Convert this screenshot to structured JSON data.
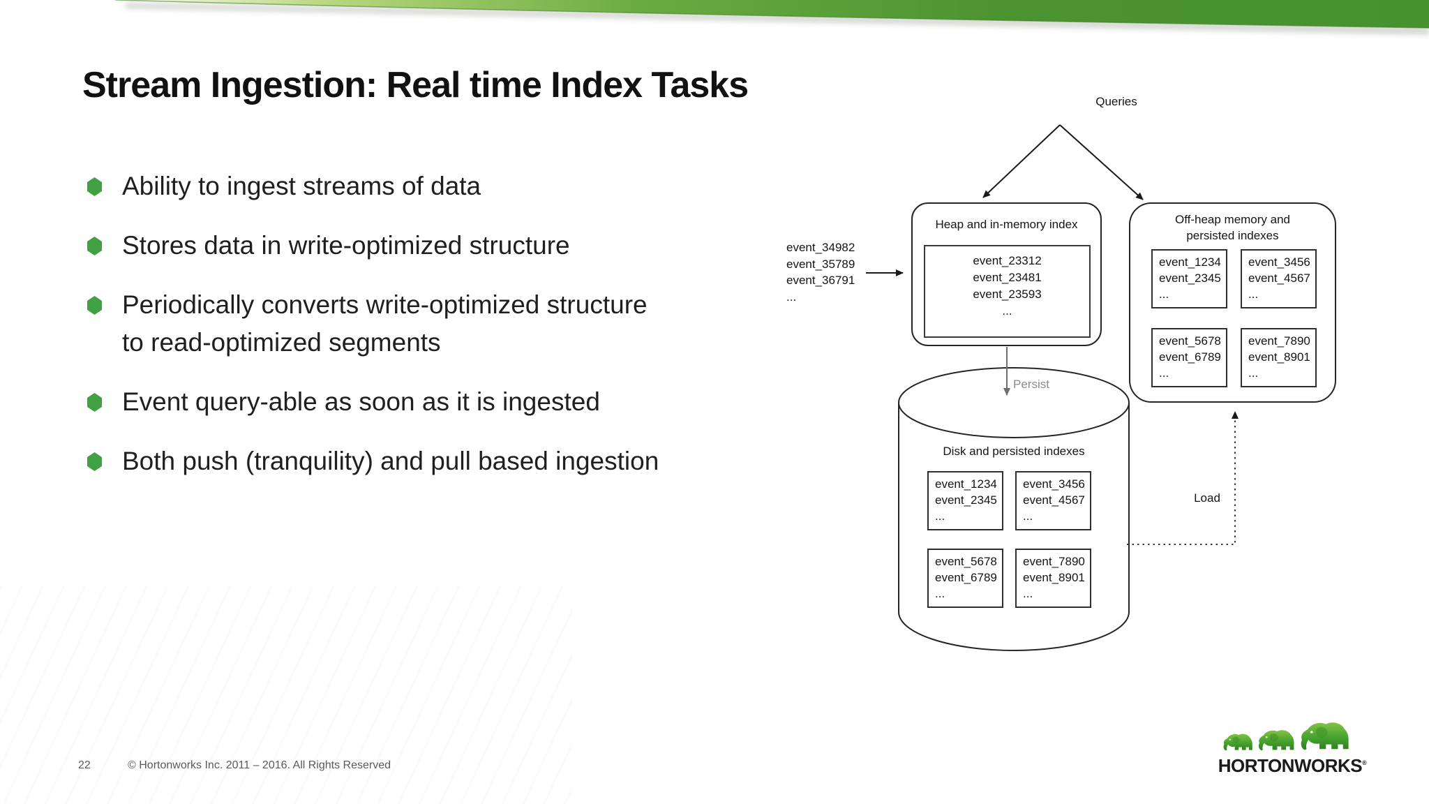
{
  "slide_title": "Stream Ingestion: Real time Index Tasks",
  "bullets": [
    {
      "lines": [
        "Ability to ingest streams of data"
      ]
    },
    {
      "lines": [
        "Stores data in write-optimized structure"
      ]
    },
    {
      "lines": [
        "Periodically converts write-optimized structure",
        "to read-optimized segments"
      ]
    },
    {
      "lines": [
        "Event query-able as soon as it is ingested"
      ]
    },
    {
      "lines": [
        "Both push (tranquility) and pull based ingestion"
      ]
    }
  ],
  "diagram": {
    "queries_label": "Queries",
    "incoming_events": [
      "event_34982",
      "event_35789",
      "event_36791",
      "..."
    ],
    "heap": {
      "title": "Heap and in-memory index",
      "events": [
        "event_23312",
        "event_23481",
        "event_23593",
        "..."
      ]
    },
    "offheap": {
      "title": "Off-heap memory and persisted indexes",
      "boxes": [
        [
          "event_1234",
          "event_2345",
          "..."
        ],
        [
          "event_3456",
          "event_4567",
          "..."
        ],
        [
          "event_5678",
          "event_6789",
          "..."
        ],
        [
          "event_7890",
          "event_8901",
          "..."
        ]
      ]
    },
    "disk": {
      "title": "Disk and persisted indexes",
      "boxes": [
        [
          "event_1234",
          "event_2345",
          "..."
        ],
        [
          "event_3456",
          "event_4567",
          "..."
        ],
        [
          "event_5678",
          "event_6789",
          "..."
        ],
        [
          "event_7890",
          "event_8901",
          "..."
        ]
      ]
    },
    "persist_label": "Persist",
    "load_label": "Load"
  },
  "footer": {
    "page_number": "22",
    "copyright": "© Hortonworks Inc. 2011 – 2016. All Rights Reserved"
  },
  "logo": {
    "text": "HORTONWORKS",
    "registered": "®"
  },
  "colors": {
    "brand_green": "#46A32E",
    "bullet_green": "#3FA142",
    "band_dark_green": "#47922F",
    "band_light_green": "#D9E8AE",
    "footer_gray": "#595959",
    "persist_gray": "#8C8C8C"
  }
}
